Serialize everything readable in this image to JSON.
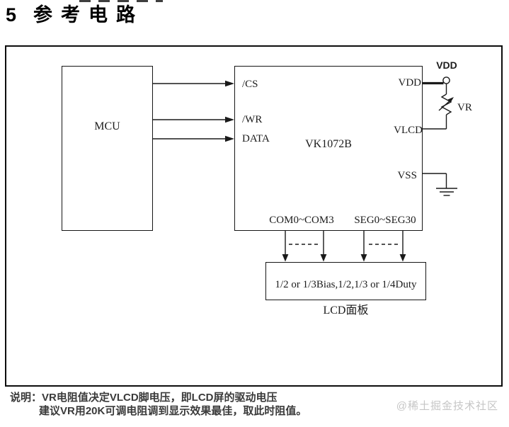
{
  "header": {
    "section_number": "5",
    "section_title": "参考电路"
  },
  "diagram": {
    "mcu": {
      "label": "MCU"
    },
    "chip": {
      "name": "VK1072B",
      "pin_cs": "/CS",
      "pin_wr": "/WR",
      "pin_data": "DATA",
      "pin_vdd": "VDD",
      "pin_vlcd": "VLCD",
      "pin_vss": "VSS",
      "pin_com": "COM0~COM3",
      "pin_seg": "SEG0~SEG30"
    },
    "power": {
      "vdd_net": "VDD",
      "vr": "VR"
    },
    "lcd": {
      "spec": "1/2 or 1/3Bias,1/2,1/3 or 1/4Duty",
      "caption": "LCD面板"
    }
  },
  "note": {
    "prefix": "说明：",
    "line1": "VR电阻值决定VLCD脚电压，即LCD屏的驱动电压",
    "line2_pre": "建议VR用",
    "line2_em": "20K",
    "line2_post": "可调电阻调到显示效果最佳，取此时阻值。"
  },
  "watermark": "@稀土掘金技术社区",
  "colors": {
    "line": "#1a1a1a",
    "note_text": "#3a3a3a",
    "watermark": "#c6c6c6"
  }
}
